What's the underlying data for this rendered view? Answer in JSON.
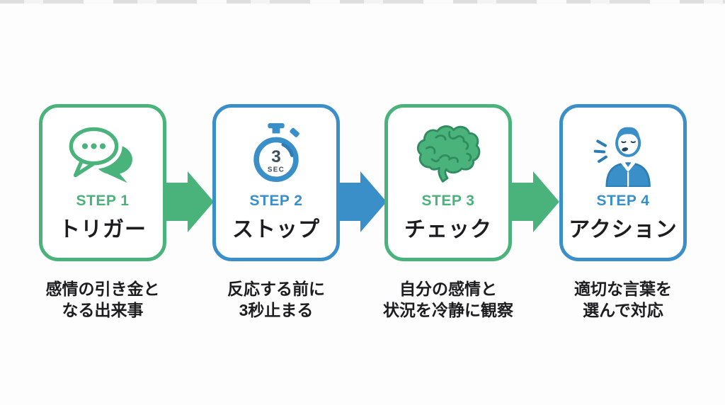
{
  "theme": {
    "background": "#fdfdfd",
    "green": "#4AB37B",
    "green_dark": "#2F8C5E",
    "blue": "#3B8FC9",
    "blue_dark": "#2B7DB3",
    "text_dark": "#1D1D1F",
    "watch_text": "#3D4F5C"
  },
  "steps": [
    {
      "label": "STEP 1",
      "title": "トリガー",
      "caption_line1": "感情の引き金と",
      "caption_line2": "なる出来事",
      "accent": "green",
      "icon": "chat-bubbles-icon"
    },
    {
      "label": "STEP 2",
      "title": "ストップ",
      "caption_line1": "反応する前に",
      "caption_line2": "3秒止まる",
      "accent": "blue",
      "icon": "stopwatch-icon",
      "stopwatch": {
        "number": "3",
        "unit": "SEC"
      }
    },
    {
      "label": "STEP 3",
      "title": "チェック",
      "caption_line1": "自分の感情と",
      "caption_line2": "状況を冷静に観察",
      "accent": "green",
      "icon": "brain-icon"
    },
    {
      "label": "STEP 4",
      "title": "アクション",
      "caption_line1": "適切な言葉を",
      "caption_line2": "選んで対応",
      "accent": "blue",
      "icon": "speaking-person-icon"
    }
  ],
  "arrows": [
    {
      "direction": "right",
      "color": "green"
    },
    {
      "direction": "right",
      "color": "blue"
    },
    {
      "direction": "right",
      "color": "green"
    }
  ]
}
